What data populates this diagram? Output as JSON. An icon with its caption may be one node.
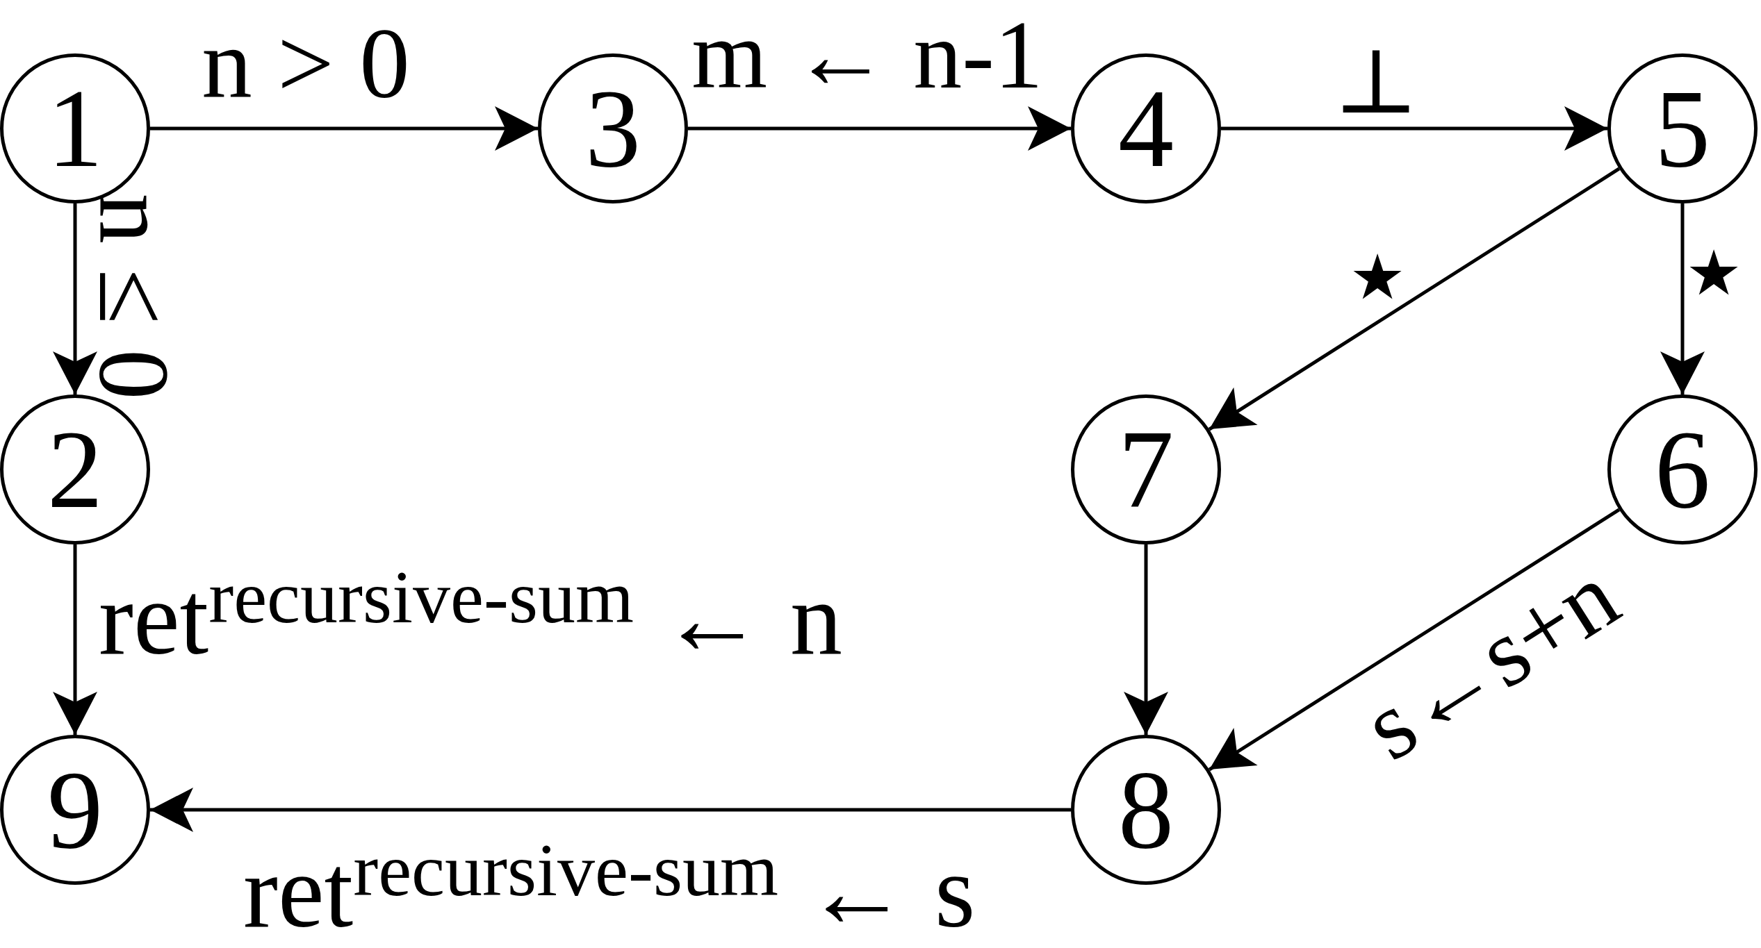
{
  "diagram": {
    "nodes": [
      {
        "text": [
          "1"
        ]
      },
      {
        "text": [
          "3"
        ]
      },
      {
        "text": [
          "4"
        ]
      },
      {
        "text": [
          "5"
        ]
      },
      {
        "text": [
          "2"
        ]
      },
      {
        "text": [
          "7"
        ]
      },
      {
        "text": [
          "6"
        ]
      },
      {
        "text": [
          "9"
        ]
      },
      {
        "text": [
          "8"
        ]
      }
    ],
    "edges": [
      {
        "from": 0,
        "to": 1,
        "arrow": "to",
        "label": "n > 0"
      },
      {
        "from": 1,
        "to": 2,
        "arrow": "to",
        "label": "m ← n-1"
      },
      {
        "from": 2,
        "to": 3,
        "arrow": "to",
        "label": "⊥"
      },
      {
        "from": 0,
        "to": 4,
        "arrow": "to",
        "label": "n ≤ 0"
      },
      {
        "from": 3,
        "to": 5,
        "arrow": "to",
        "label": "★"
      },
      {
        "from": 3,
        "to": 6,
        "arrow": "to",
        "label": "★"
      },
      {
        "from": 4,
        "to": 7,
        "arrow": "to",
        "label": "ret$^{recursive-sum}$ ← n"
      },
      {
        "from": 5,
        "to": 8,
        "arrow": "to"
      },
      {
        "from": 6,
        "to": 8,
        "arrow": "to",
        "label": "s←s+n"
      },
      {
        "from": 8,
        "to": 7,
        "arrow": "to",
        "label": "ret$^{recursive-sum}$ ← s"
      }
    ]
  }
}
